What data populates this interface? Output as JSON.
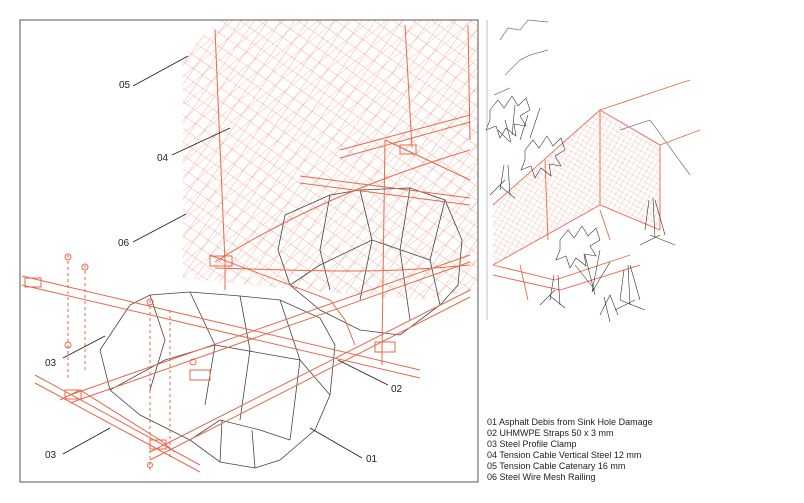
{
  "colors": {
    "accent": "#e8694a",
    "ink": "#333333",
    "frame": "#555555"
  },
  "callouts": [
    {
      "id": "05",
      "label": "05"
    },
    {
      "id": "04",
      "label": "04"
    },
    {
      "id": "06",
      "label": "06"
    },
    {
      "id": "03a",
      "label": "03"
    },
    {
      "id": "03b",
      "label": "03"
    },
    {
      "id": "02",
      "label": "02"
    },
    {
      "id": "01",
      "label": "01"
    }
  ],
  "legend": [
    "01 Asphalt Debis from Sink Hole Damage",
    "02 UHMWPE Straps 50 x 3 mm",
    "03 Steel Profile Clamp",
    "04 Tension Cable Vertical Steel 12 mm",
    "05 Tension Cable Catenary 16 mm",
    "06 Steel Wire Mesh Railing"
  ]
}
